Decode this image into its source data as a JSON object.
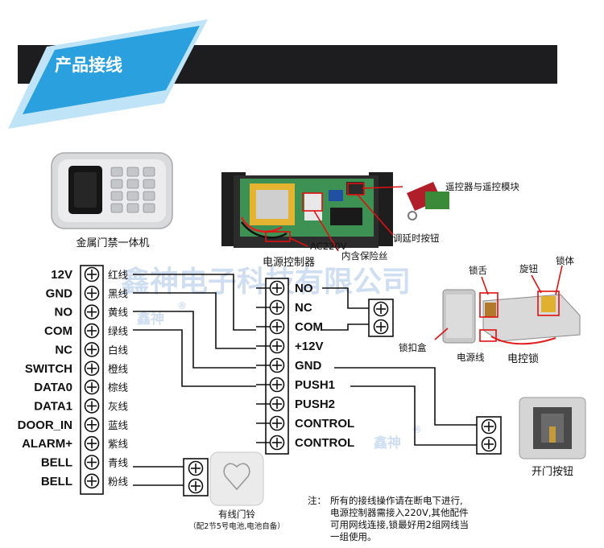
{
  "banner": {
    "title": "产品接线"
  },
  "captions": {
    "keypad": "金属门禁一体机",
    "power": "电源控制器",
    "ac": "AC220V",
    "fuse": "内含保险丝",
    "remote": "遥控器与遥控模块",
    "delay": "调延时按钮",
    "bell": "有线门铃",
    "bell_note": "（配2节5号电池,电池自备）",
    "lock_tongue": "锁舌",
    "knob": "旋钮",
    "lock_body": "锁体",
    "strike_box": "锁扣盒",
    "power_wire": "电源线",
    "electric_lock": "电控锁",
    "exit_button": "开门按钮"
  },
  "watermarks": {
    "main": "鑫神电子科技有限公司",
    "small1": "鑫神",
    "small2": "鑫神",
    "reg": "®"
  },
  "left_terminals": [
    {
      "label": "12V",
      "wire": "红线"
    },
    {
      "label": "GND",
      "wire": "黑线"
    },
    {
      "label": "NO",
      "wire": "黄线"
    },
    {
      "label": "COM",
      "wire": "绿线"
    },
    {
      "label": "NC",
      "wire": "白线"
    },
    {
      "label": "SWITCH",
      "wire": "橙线"
    },
    {
      "label": "DATA0",
      "wire": "棕线"
    },
    {
      "label": "DATA1",
      "wire": "灰线"
    },
    {
      "label": "DOOR_IN",
      "wire": "蓝线"
    },
    {
      "label": "ALARM+",
      "wire": "紫线"
    },
    {
      "label": "BELL",
      "wire": "青线"
    },
    {
      "label": "BELL",
      "wire": "粉线"
    }
  ],
  "right_terminals": [
    {
      "label": "NO"
    },
    {
      "label": "NC"
    },
    {
      "label": "COM"
    },
    {
      "label": "+12V"
    },
    {
      "label": "GND"
    },
    {
      "label": "PUSH1"
    },
    {
      "label": "PUSH2"
    },
    {
      "label": "CONTROL"
    },
    {
      "label": "CONTROL"
    }
  ],
  "note": {
    "prefix": "注：",
    "lines": [
      "所有的接线操作请在断电下进行,",
      "电源控制器需接入220V,其他配件",
      "可用网线连接,锁最好用2组网线当",
      "一组使用。"
    ]
  }
}
